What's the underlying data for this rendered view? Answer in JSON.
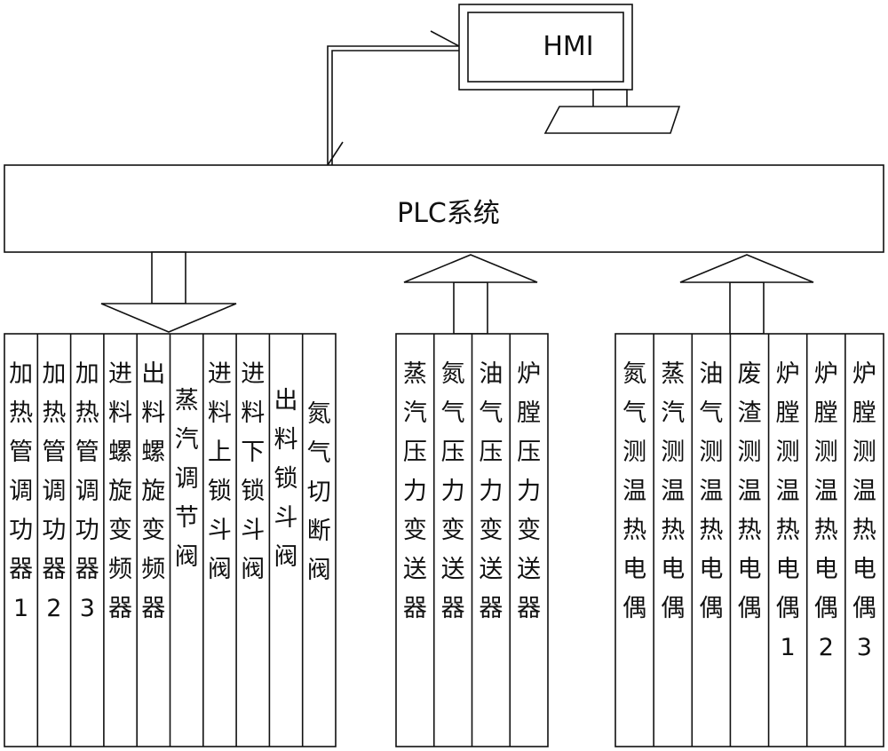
{
  "hmi": {
    "label": "HMI"
  },
  "plc": {
    "label": "PLC系统"
  },
  "groups": [
    {
      "id": "outputs",
      "direction": "down",
      "columns": [
        "加热管调功器1",
        "加热管调功器2",
        "加热管调功器3",
        "进料螺旋变频器",
        "出料螺旋变频器",
        "蒸汽调节阀",
        "进料上锁斗阀",
        "进料下锁斗阀",
        "出料锁斗阀",
        "氮气切断阀"
      ]
    },
    {
      "id": "pressure-inputs",
      "direction": "up",
      "columns": [
        "蒸汽压力变送器",
        "氮气压力变送器",
        "油气压力变送器",
        "炉膛压力变送器"
      ]
    },
    {
      "id": "temperature-inputs",
      "direction": "up",
      "columns": [
        "氮气测温热电偶",
        "蒸汽测温热电偶",
        "油气测温热电偶",
        "废渣测温热电偶",
        "炉膛测温热电偶1",
        "炉膛测温热电偶2",
        "炉膛测温热电偶3"
      ]
    }
  ]
}
